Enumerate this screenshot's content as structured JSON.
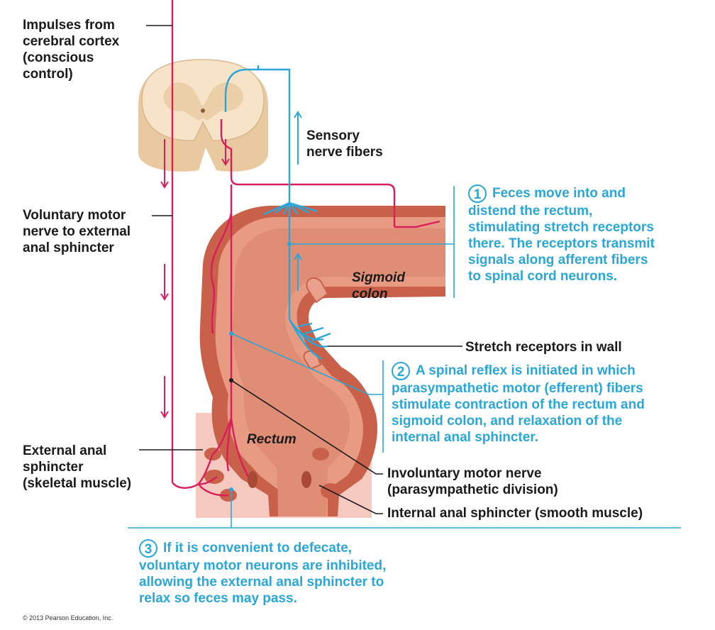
{
  "colors": {
    "motor_red": "#d81e5b",
    "sensory_blue": "#2aa6d9",
    "tissue": "#e89a82",
    "tissue_dark": "#c9614a",
    "sphincter_bg": "#f5c9bf",
    "spinal_cord": "#f6e3c8",
    "label_text": "#1a1a1a"
  },
  "labels": {
    "impulses": "Impulses from\ncerebral cortex\n(conscious\ncontrol)",
    "sensory": "Sensory\nnerve fibers",
    "voluntary": "Voluntary motor\nnerve to external\nanal sphincter",
    "sigmoid": "Sigmoid\ncolon",
    "stretch": "Stretch receptors in wall",
    "rectum": "Rectum",
    "external": "External anal\nsphincter\n(skeletal muscle)",
    "involuntary": "Involuntary motor nerve\n(parasympathetic division)",
    "internal": "Internal anal sphincter (smooth muscle)"
  },
  "steps": [
    {
      "num": "1",
      "lines": [
        "Feces move into and",
        "distend the rectum,",
        "stimulating stretch receptors",
        "there. The receptors transmit",
        "signals along afferent fibers",
        "to spinal cord neurons."
      ]
    },
    {
      "num": "2",
      "lines": [
        "A spinal reflex is initiated in which",
        "parasympathetic motor (efferent) fibers",
        "stimulate contraction of the rectum and",
        "sigmoid colon, and relaxation of the",
        "internal anal sphincter."
      ]
    },
    {
      "num": "3",
      "lines": [
        "If it is convenient to defecate,",
        "voluntary motor neurons are inhibited,",
        "allowing the external anal sphincter to",
        "relax so feces may pass."
      ]
    }
  ],
  "copyright": "© 2013 Pearson Education, Inc."
}
